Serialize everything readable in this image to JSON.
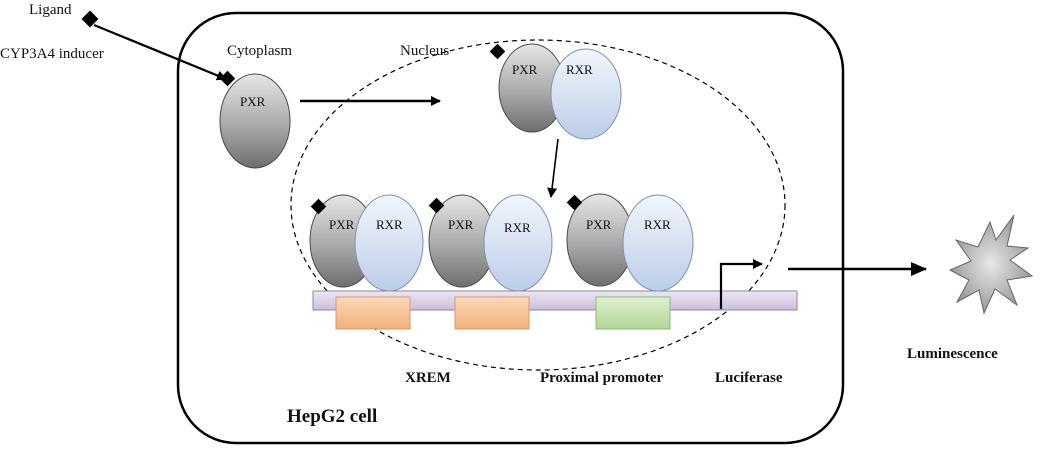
{
  "labels": {
    "ligand": "Ligand",
    "inducer": "CYP3A4 inducer",
    "cytoplasm": "Cytoplasm",
    "nucleus": "Nucleus",
    "pxr": "PXR",
    "rxr": "RXR",
    "xrem": "XREM",
    "proximal_promoter": "Proximal promoter",
    "luciferase": "Luciferase",
    "luminescence": "Luminescence",
    "cell": "HepG2 cell"
  },
  "colors": {
    "pxr_fill": "#a9a9a9",
    "rxr_fill": "#cfdcef",
    "dna_strand": "#d9cfe6",
    "xrem_box": "#f6c8a0",
    "promoter_box": "#c9e3b4",
    "ligand": "#000000",
    "luminescence_burst": "#a0a0a0"
  },
  "icons": {
    "ligand": "black-diamond",
    "luminescence": "starburst"
  }
}
